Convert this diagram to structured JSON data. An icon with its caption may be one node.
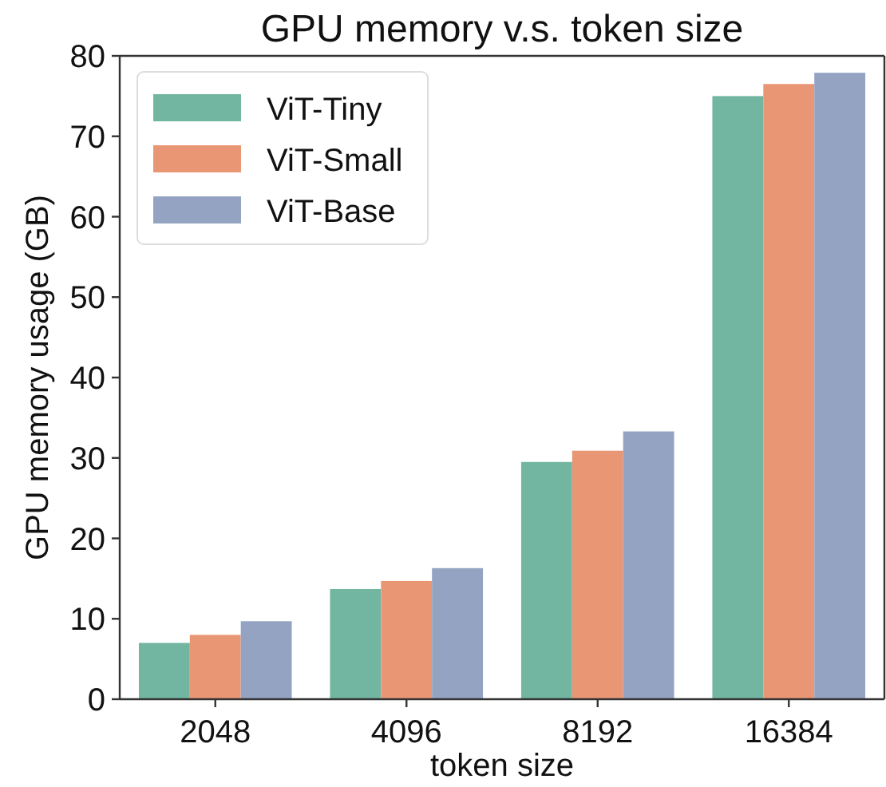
{
  "diagram": {
    "chart_data": {
      "type": "bar",
      "title": "GPU memory v.s. token size",
      "xlabel": "token size",
      "ylabel": "GPU memory usage (GB)",
      "categories": [
        "2048",
        "4096",
        "8192",
        "16384"
      ],
      "series": [
        {
          "name": "ViT-Tiny",
          "color": "#72b6a1",
          "values": [
            7.0,
            13.7,
            29.5,
            75.0
          ]
        },
        {
          "name": "ViT-Small",
          "color": "#e99675",
          "values": [
            8.0,
            14.7,
            30.9,
            76.5
          ]
        },
        {
          "name": "ViT-Base",
          "color": "#95a3c3",
          "values": [
            9.7,
            16.3,
            33.3,
            77.9
          ]
        }
      ],
      "legend": "upper left",
      "ylim": [
        0,
        80
      ],
      "yticks": [
        0,
        10,
        20,
        30,
        40,
        50,
        60,
        70,
        80
      ]
    }
  }
}
